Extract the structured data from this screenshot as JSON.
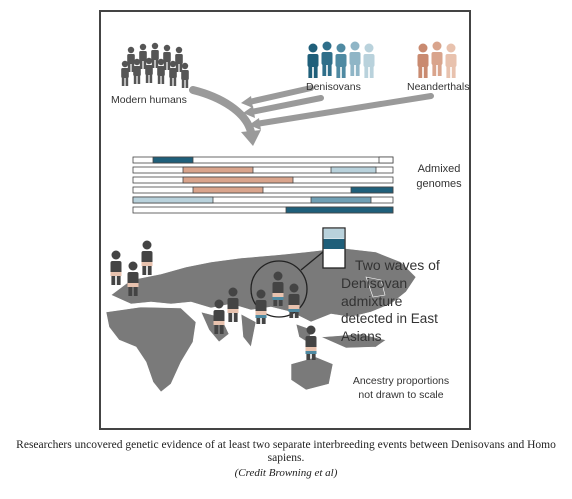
{
  "groups": {
    "modern": "Modern humans",
    "denisovans": "Denisovans",
    "neanderthals": "Neanderthals"
  },
  "genomes": {
    "line1": "Admixed",
    "line2": "genomes"
  },
  "waves": {
    "line1": "Two waves of",
    "line2": "Denisovan admixture",
    "line3": "detected in East Asians"
  },
  "note": {
    "line1": "Ancestry proportions",
    "line2": "not drawn to scale"
  },
  "caption": {
    "text": "Researchers uncovered genetic evidence of at least two separate interbreeding events between Denisovans and Homo sapiens.",
    "credit": "(Credit Browning et al)"
  },
  "colors": {
    "modern": "#555555",
    "denisovan_dark": "#1f5f7a",
    "denisovan_mid": "#6f9fb4",
    "denisovan_light": "#b9d2dc",
    "neanderthal": "#d9a48c",
    "map": "#7a7a7a"
  }
}
